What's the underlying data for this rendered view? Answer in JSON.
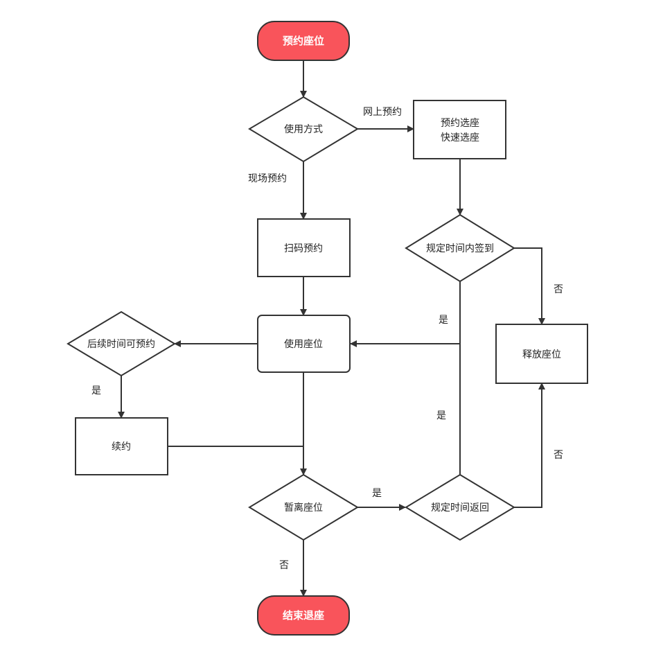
{
  "colors": {
    "terminal_fill": "#f9545b",
    "line": "#333333",
    "node_fill": "#ffffff"
  },
  "nodes": {
    "start": "预约座位",
    "usage_mode": "使用方式",
    "online_select_line1": "预约选座",
    "online_select_line2": "快速选座",
    "scan_reserve": "扫码预约",
    "checkin_decision": "规定时间内签到",
    "release_seat": "释放座位",
    "use_seat": "使用座位",
    "later_available": "后续时间可预约",
    "renew": "续约",
    "temp_leave": "暂离座位",
    "return_decision": "规定时间返回",
    "end": "结束退座"
  },
  "edges": {
    "online": "网上预约",
    "onsite": "现场预约",
    "checkin_no": "否",
    "checkin_yes": "是",
    "return_yes": "是",
    "return_no": "否",
    "renew_yes": "是",
    "leave_yes": "是",
    "leave_no": "否"
  }
}
